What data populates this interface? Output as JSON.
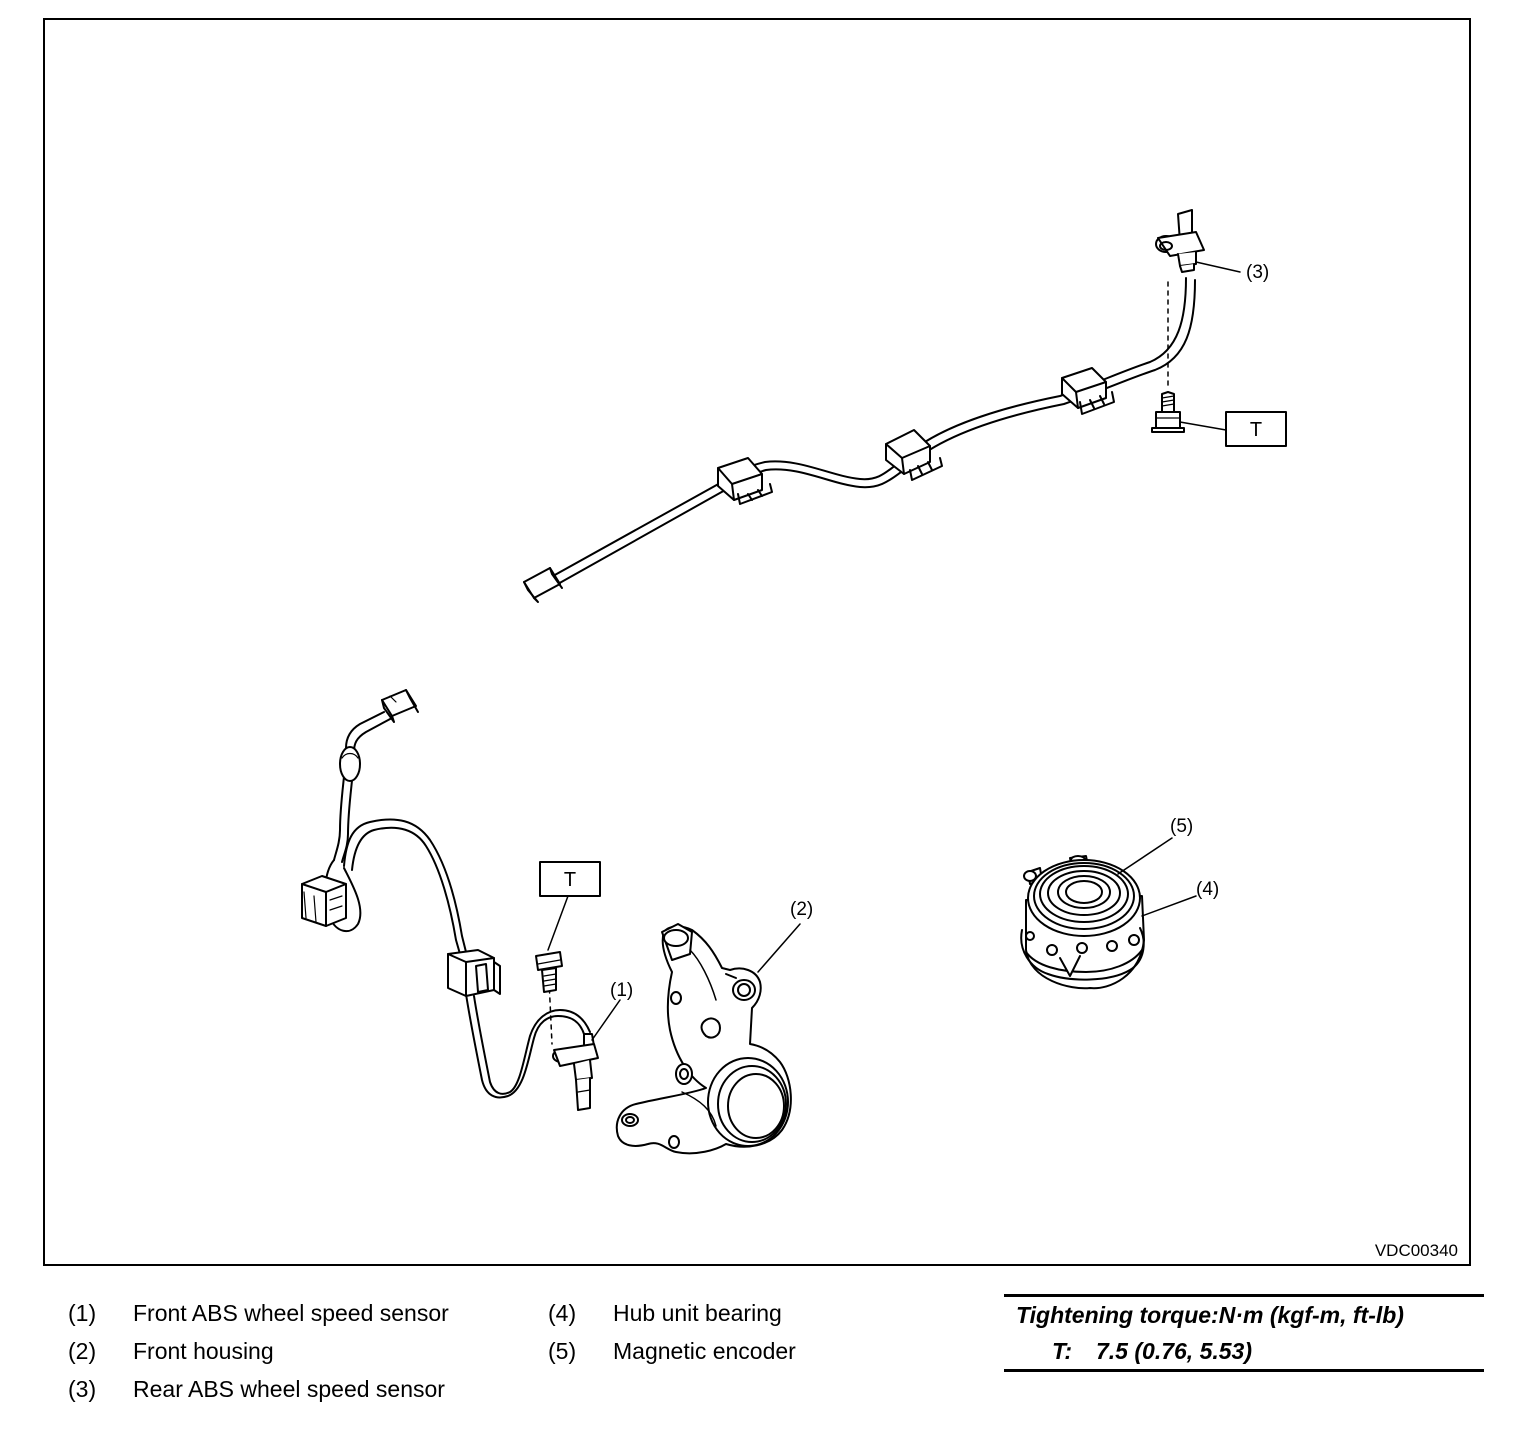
{
  "figure": {
    "code": "VDC00340",
    "callouts": {
      "c1": "(1)",
      "c2": "(2)",
      "c3": "(3)",
      "c4": "(4)",
      "c5": "(5)",
      "t_rear": "T",
      "t_front": "T"
    }
  },
  "legend": [
    {
      "num": "(1)",
      "label": "Front ABS wheel speed sensor"
    },
    {
      "num": "(2)",
      "label": "Front housing"
    },
    {
      "num": "(3)",
      "label": "Rear ABS wheel speed sensor"
    },
    {
      "num": "(4)",
      "label": "Hub unit bearing"
    },
    {
      "num": "(5)",
      "label": "Magnetic encoder"
    }
  ],
  "torque": {
    "heading": "Tightening torque:N·m (kgf-m, ft-lb)",
    "t_label": "T:",
    "t_value": "7.5 (0.76, 5.53)"
  }
}
